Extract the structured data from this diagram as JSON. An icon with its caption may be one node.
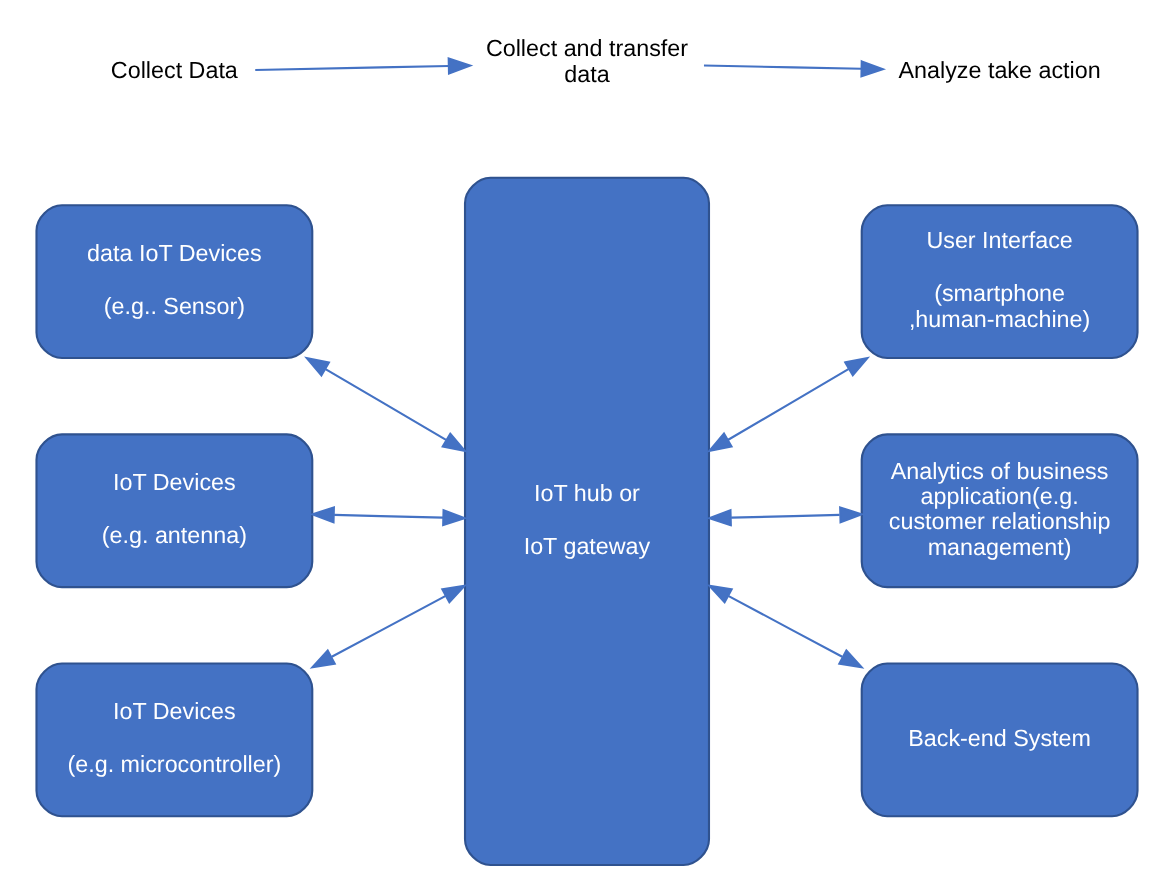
{
  "diagram": {
    "nodes": [
      {
        "text": [
          "Collect Data"
        ]
      },
      {
        "text": [
          "Collect and transfer data"
        ]
      },
      {
        "text": [
          "Analyze take action"
        ]
      },
      {
        "text": [
          "data IoT Devices",
          "(e.g.. Sensor)"
        ]
      },
      {
        "text": [
          "IoT Devices",
          "(e.g. antenna)"
        ]
      },
      {
        "text": [
          "IoT Devices",
          "(e.g. microcontroller)"
        ]
      },
      {
        "text": [
          "IoT hub or",
          "IoT gateway"
        ]
      },
      {
        "text": [
          "User Interface",
          "(smartphone ,human-machine)"
        ]
      },
      {
        "text": [
          "Analytics of business application(e.g. customer relationship management)"
        ]
      },
      {
        "text": [
          "Back-end System"
        ]
      }
    ],
    "edges": [
      {
        "from": 0,
        "to": 1,
        "arrow": "to"
      },
      {
        "from": 1,
        "to": 2,
        "arrow": "to"
      },
      {
        "from": 3,
        "to": 6,
        "arrow": "both"
      },
      {
        "from": 4,
        "to": 6,
        "arrow": "both"
      },
      {
        "from": 5,
        "to": 6,
        "arrow": "both"
      },
      {
        "from": 6,
        "to": 7,
        "arrow": "both"
      },
      {
        "from": 6,
        "to": 8,
        "arrow": "both"
      },
      {
        "from": 6,
        "to": 9,
        "arrow": "both"
      }
    ]
  }
}
